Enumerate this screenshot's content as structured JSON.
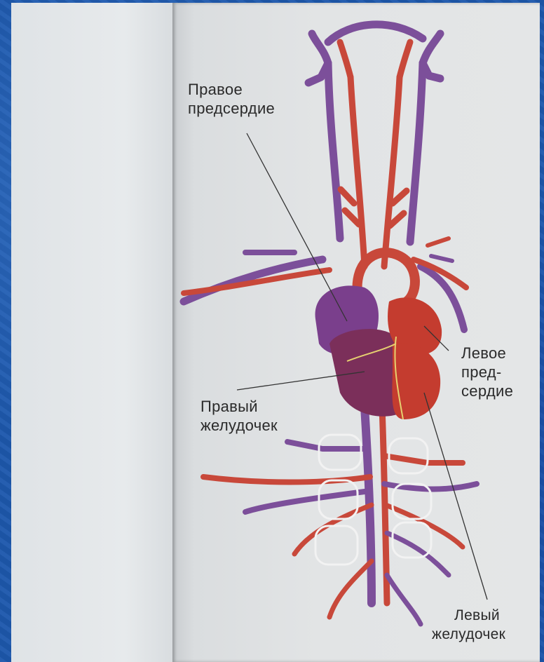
{
  "labels": {
    "right_atrium": [
      "Правое",
      "предсердие"
    ],
    "left_atrium": [
      "Левое",
      "пред-",
      "сердие"
    ],
    "right_ventricle": [
      "Правый",
      "желудочек"
    ],
    "left_ventricle": [
      "Левый",
      "желудочек"
    ]
  },
  "colors": {
    "vein": "#7c4f9a",
    "artery": "#c8483a",
    "right_heart": "#7a3f8c",
    "left_heart": "#c43c2f"
  }
}
